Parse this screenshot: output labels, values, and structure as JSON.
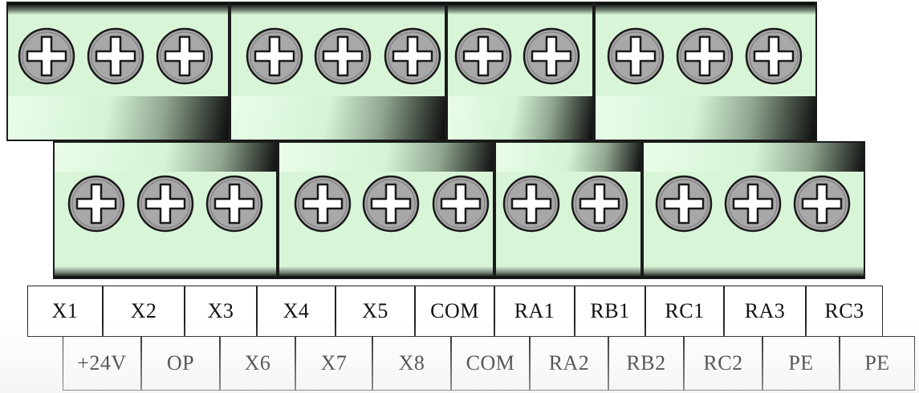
{
  "terminals": {
    "top_row_labels": [
      "X1",
      "X2",
      "X3",
      "X4",
      "X5",
      "COM",
      "RA1",
      "RB1",
      "RC1",
      "RA3",
      "RC3"
    ],
    "bottom_row_labels": [
      "+24V",
      "OP",
      "X6",
      "X7",
      "X8",
      "COM",
      "RA2",
      "RB2",
      "RC2",
      "PE",
      "PE"
    ]
  },
  "icons": {
    "screw": "screw-head-icon"
  },
  "colors": {
    "block_green": "#cdeccd",
    "outline": "#1b1b1b",
    "screw_gray": "#a9a9a9"
  }
}
